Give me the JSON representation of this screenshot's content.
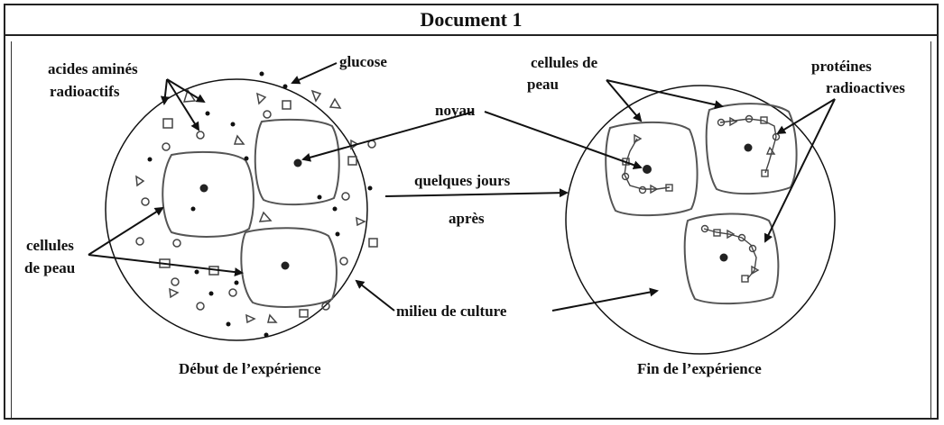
{
  "document": {
    "title": "Document 1"
  },
  "labels": {
    "acides_line1": "acides aminés",
    "acides_line2": "radioactifs",
    "glucose": "glucose",
    "noyau": "noyau",
    "cellules_left_line1": "cellules",
    "cellules_left_line2": "de peau",
    "quelques_jours": "quelques jours",
    "apres": "après",
    "milieu": "milieu de culture",
    "cellules_right_line1": "cellules de",
    "cellules_right_line2": "peau",
    "proteines_line1": "protéines",
    "proteines_line2": "radioactives"
  },
  "captions": {
    "left": "Début de l’expérience",
    "right": "Fin de l’expérience"
  },
  "colors": {
    "ink": "#111111",
    "cell_outline": "#555555",
    "nucleus": "#222222"
  }
}
